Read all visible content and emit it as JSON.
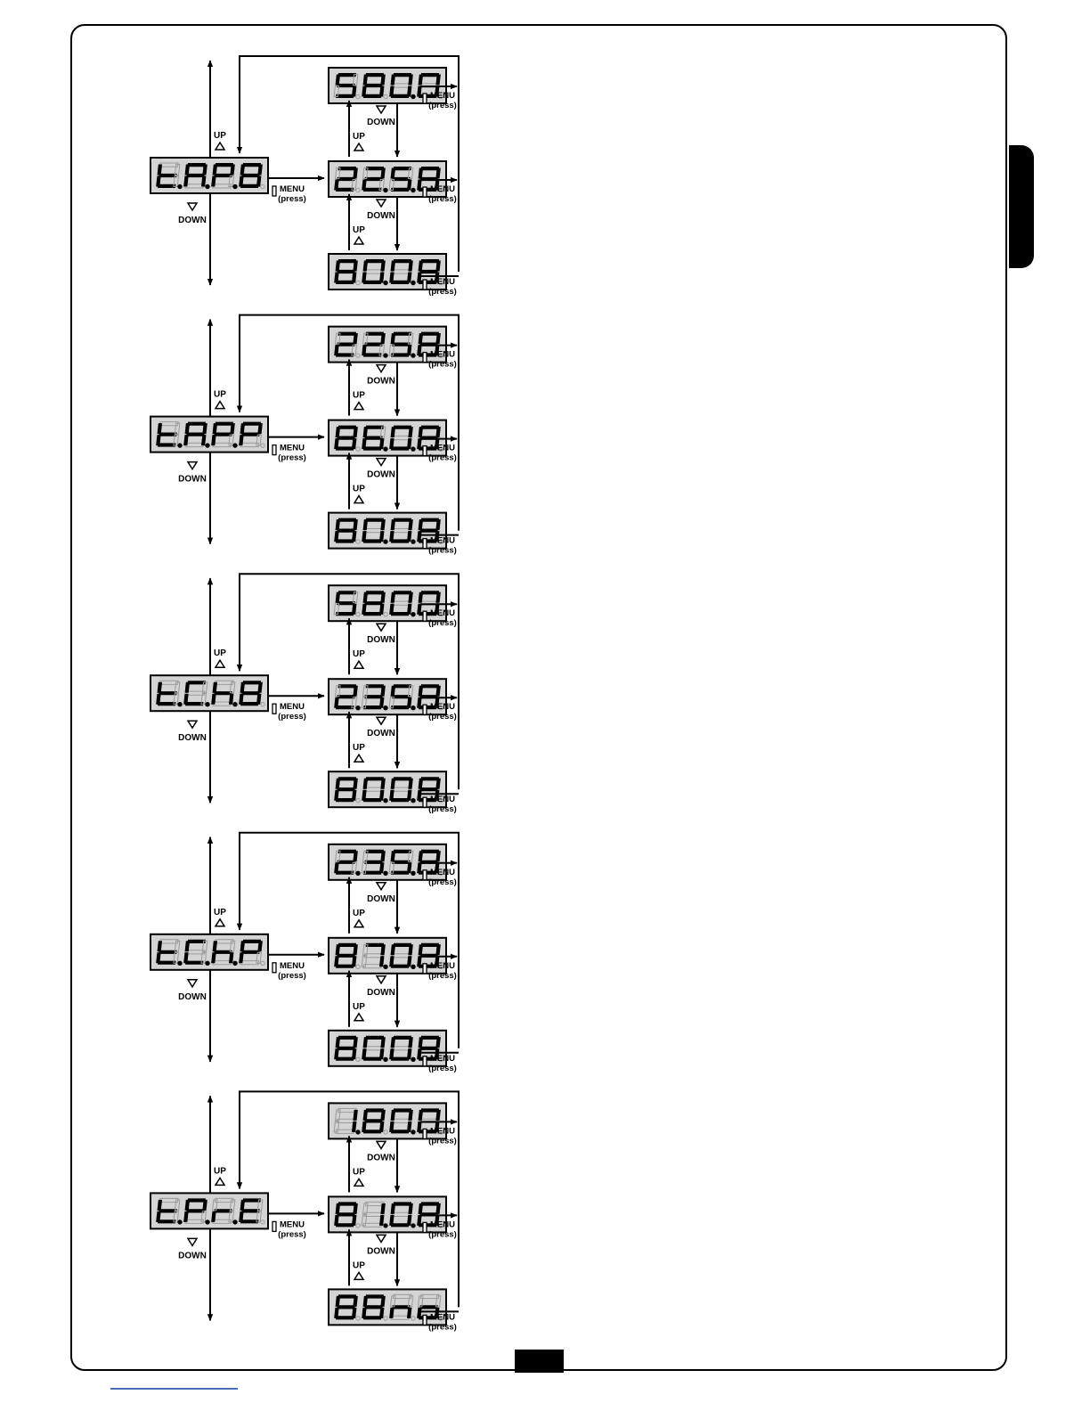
{
  "labels": {
    "up": "UP",
    "down": "DOWN",
    "menu": "MENU",
    "press": "(press)"
  },
  "colors": {
    "lcd_bg": "#d4d4d4",
    "segment_on": "#000000",
    "segment_off": "#9a9a9a",
    "page_number_box": "#000000",
    "footer_rule": "#4a6db8"
  },
  "groups": [
    {
      "main": [
        "t.",
        "A.",
        "P.",
        "8"
      ],
      "values": [
        [
          "5",
          "8",
          "0.",
          "0"
        ],
        [
          "2",
          "2.",
          "5.",
          "8"
        ],
        [
          "8",
          "0.",
          "0.",
          "8"
        ]
      ]
    },
    {
      "main": [
        "t.",
        "A.",
        "P.",
        "P"
      ],
      "values": [
        [
          "2",
          "2.",
          "5.",
          "8"
        ],
        [
          "8",
          "6.",
          "0.",
          "8"
        ],
        [
          "8",
          "0.",
          "0.",
          "8"
        ]
      ]
    },
    {
      "main": [
        "t.",
        "C.",
        "h.",
        "8"
      ],
      "values": [
        [
          "5",
          "8",
          "0.",
          "0"
        ],
        [
          "2.",
          "3.",
          "5.",
          "8"
        ],
        [
          "8",
          "0.",
          "0.",
          "8"
        ]
      ]
    },
    {
      "main": [
        "t.",
        "C.",
        "h.",
        "P"
      ],
      "values": [
        [
          "2.",
          "3.",
          "5.",
          "8"
        ],
        [
          "8",
          "7.",
          "0.",
          "8"
        ],
        [
          "8",
          "0.",
          "0.",
          "8"
        ]
      ]
    },
    {
      "main": [
        "t.",
        "P.",
        "r.",
        "E"
      ],
      "values": [
        [
          "1.",
          "8",
          "0.",
          "0"
        ],
        [
          "8",
          "1.",
          "0.",
          "8"
        ],
        [
          "8",
          "8",
          "n",
          "o"
        ]
      ]
    }
  ]
}
